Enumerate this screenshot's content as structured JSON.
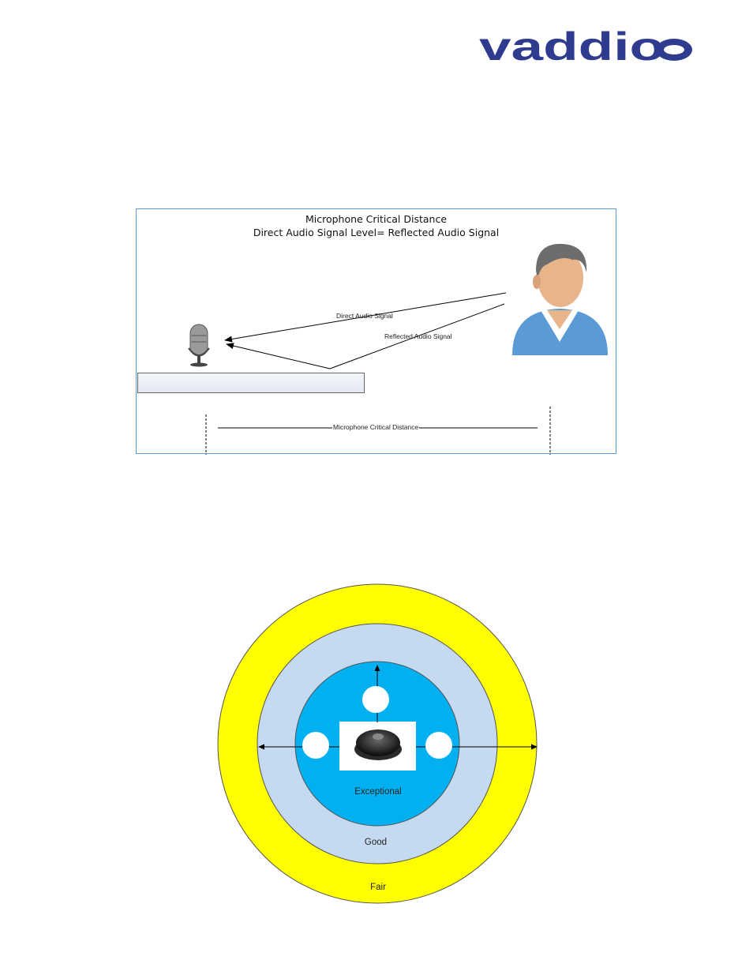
{
  "logo": {
    "text": "vaddio",
    "color": "#2e3b8f"
  },
  "critical_distance_diagram": {
    "title_line1": "Microphone Critical Distance",
    "title_line2": "Direct Audio Signal Level= Reflected Audio Signal",
    "direct_label": "Direct Audio Signal",
    "reflected_label": "Reflected Audio Signal",
    "distance_label": "Microphone Critical Distance",
    "border_color": "#5b9bd5"
  },
  "pickup_zones": {
    "zones": [
      {
        "label": "Fair",
        "color": "#ffff00"
      },
      {
        "label": "Good",
        "color": "#c5d9f1"
      },
      {
        "label": "Exceptional",
        "color": "#00b0f0"
      }
    ]
  }
}
